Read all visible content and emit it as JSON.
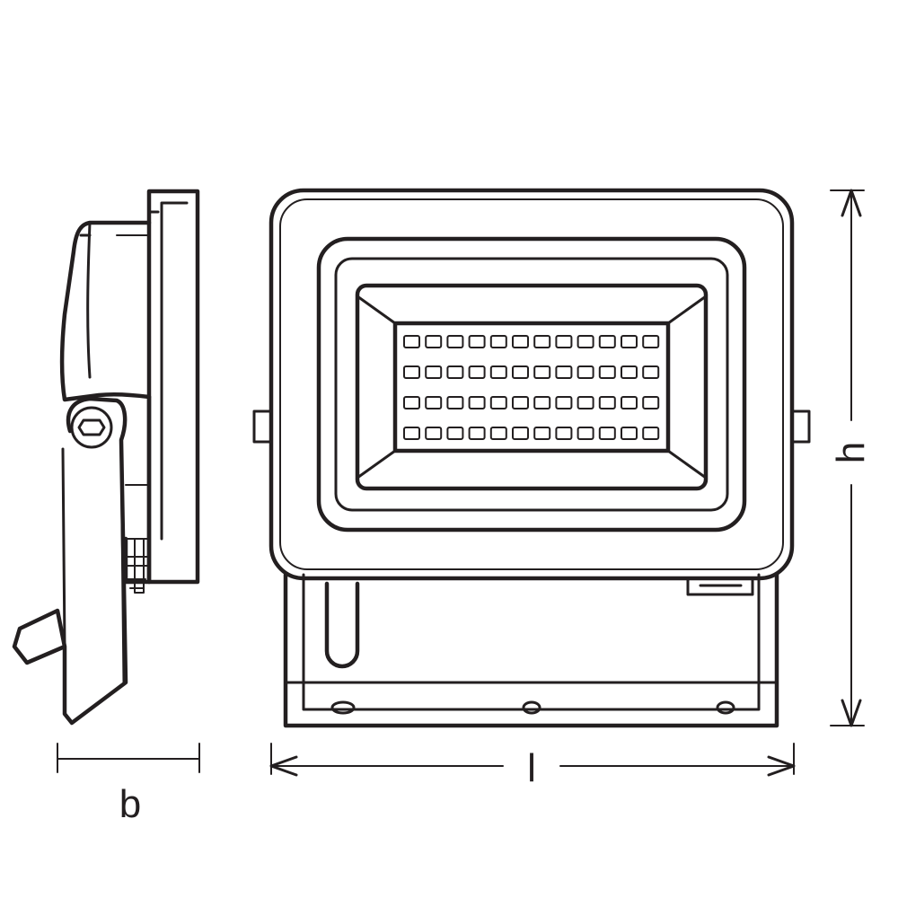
{
  "dimensions": {
    "width_label": "b",
    "length_label": "l",
    "height_label": "h"
  },
  "led_grid": {
    "rows": 4,
    "columns": 12
  },
  "colors": {
    "line": "#231f20",
    "background": "#ffffff"
  }
}
